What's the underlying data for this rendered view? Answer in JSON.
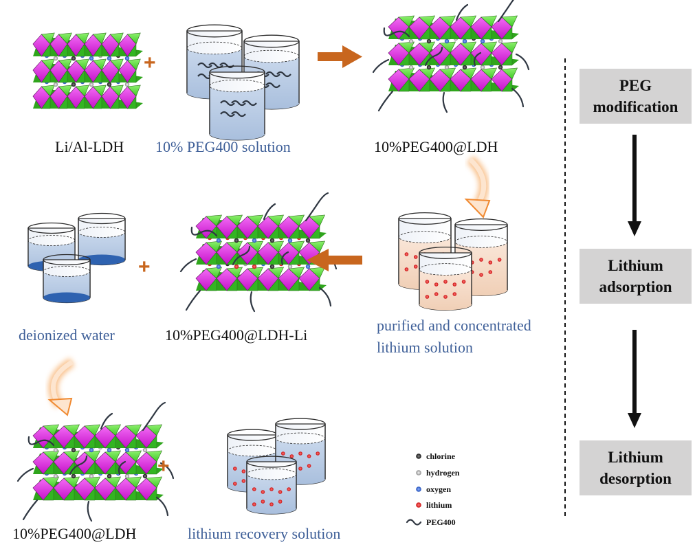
{
  "labels": {
    "li_al_ldh": "Li/Al-LDH",
    "peg_solution": "10% PEG400 solution",
    "peg_ldh_top": "10%PEG400@LDH",
    "deionized_water": "deionized water",
    "peg_ldh_li": "10%PEG400@LDH-Li",
    "purified_line1": "purified and concentrated",
    "purified_line2": "lithium solution",
    "peg_ldh_bottom": "10%PEG400@LDH",
    "recovery_solution": "lithium recovery solution"
  },
  "plus_sign": "+",
  "steps": [
    {
      "line1": "PEG",
      "line2": "modification"
    },
    {
      "line1": "Lithium",
      "line2": "adsorption"
    },
    {
      "line1": "Lithium",
      "line2": "desorption"
    }
  ],
  "legend": {
    "chlorine": "chlorine",
    "hydrogen": "hydrogen",
    "oxygen": "oxygen",
    "lithium": "lithium",
    "peg400": "PEG400"
  },
  "colors": {
    "label_blue": "#3e5f98",
    "arrow_orange": "#c8661e",
    "octa_magenta": "#e11be6",
    "octa_green": "#55e637",
    "liquid_blue": "#b5c8e2",
    "water_blue": "#2e62b0",
    "lithium_liquid": "#f4d9c6",
    "lithium_red": "#e01e1e",
    "step_box": "#d4d3d3"
  }
}
